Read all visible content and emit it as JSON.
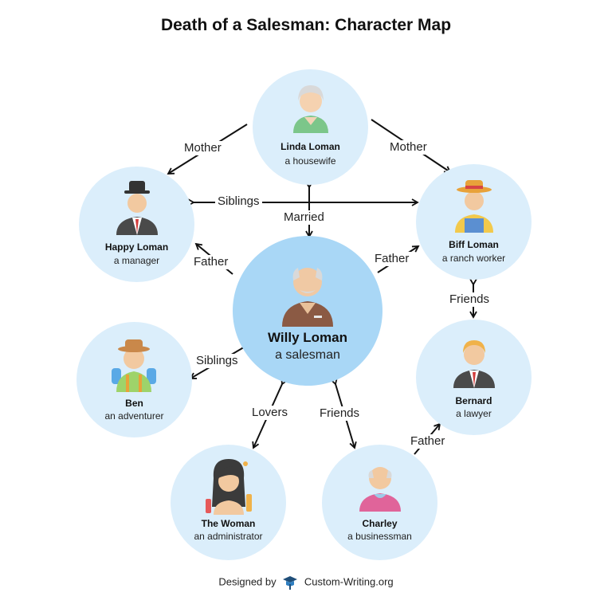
{
  "title": "Death of a Salesman: Character Map",
  "characters": {
    "linda": {
      "name": "Linda Loman",
      "role": "a housewife"
    },
    "happy": {
      "name": "Happy Loman",
      "role": "a manager"
    },
    "biff": {
      "name": "Biff Loman",
      "role": "a ranch worker"
    },
    "willy": {
      "name": "Willy Loman",
      "role": "a salesman"
    },
    "ben": {
      "name": "Ben",
      "role": "an adventurer"
    },
    "bernard": {
      "name": "Bernard",
      "role": "a lawyer"
    },
    "woman": {
      "name": "The Woman",
      "role": "an administrator"
    },
    "charley": {
      "name": "Charley",
      "role": "a businessman"
    }
  },
  "relations": {
    "linda_happy": "Mother",
    "linda_biff": "Mother",
    "happy_biff": "Siblings",
    "linda_willy": "Married",
    "willy_happy": "Father",
    "willy_biff": "Father",
    "biff_bernard": "Friends",
    "willy_ben": "Siblings",
    "willy_woman": "Lovers",
    "willy_charley": "Friends",
    "charley_bernard": "Father"
  },
  "footer": {
    "prefix": "Designed by",
    "brand": "Custom-Writing.org"
  },
  "colors": {
    "node": "#dbeefb",
    "center_node": "#a9d7f6",
    "arrow": "#111111"
  }
}
